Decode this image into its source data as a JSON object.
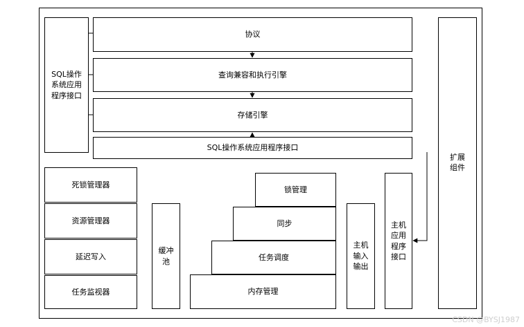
{
  "diagram": {
    "api_left": "SQL操作系统应用程序接口",
    "protocol": "协议",
    "query_engine": "查询兼容和执行引擎",
    "storage_engine": "存储引擎",
    "api_bottom": "SQL操作系统应用程序接口",
    "extension": "扩展组件",
    "deadlock_manager": "死锁管理器",
    "resource_manager": "资源管理器",
    "lazy_writer": "延迟写入",
    "task_monitor": "任务监视器",
    "buffer_pool": "缓冲池",
    "lock_manager": "锁管理",
    "sync": "同步",
    "scheduler": "任务调度",
    "memory_manager": "内存管理",
    "host_io": "主机输入输出",
    "host_api": "主机应用程序接口"
  },
  "watermark": "CSDN @BYSJ1987"
}
